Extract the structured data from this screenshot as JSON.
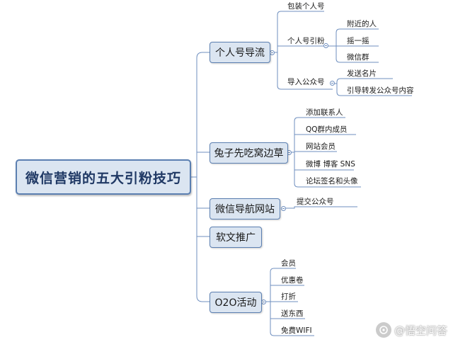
{
  "root": {
    "label": "微信营销的五大引粉技巧"
  },
  "branches": {
    "b1": {
      "label": "个人号导流"
    },
    "b2": {
      "label": "兔子先吃窝边草"
    },
    "b3": {
      "label": "微信导航网站"
    },
    "b4": {
      "label": "软文推广"
    },
    "b5": {
      "label": "O2O活动"
    }
  },
  "leaves": {
    "package_personal": "包装个人号",
    "personal_attract": "个人号引粉",
    "nearby": "附近的人",
    "shake": "摇一摇",
    "wechat_group": "微信群",
    "import_official": "导入公众号",
    "send_card": "发送名片",
    "guide_forward": "引导转发公众号内容",
    "add_contacts": "添加联系人",
    "qq_members": "QQ群内成员",
    "site_members": "网站会员",
    "weibo_blog": "微博 博客 SNS",
    "forum_sign": "论坛签名和头像",
    "submit_official": "提交公众号",
    "member": "会员",
    "coupon": "优惠卷",
    "discount": "打折",
    "giveaway": "送东西",
    "free_wifi": "免费WIFI"
  },
  "watermark": {
    "text": "@悟空问答"
  },
  "colors": {
    "line": "#6f8fbf",
    "box_fill": "#dbe5f1",
    "box_border": "#5b7fb1"
  }
}
